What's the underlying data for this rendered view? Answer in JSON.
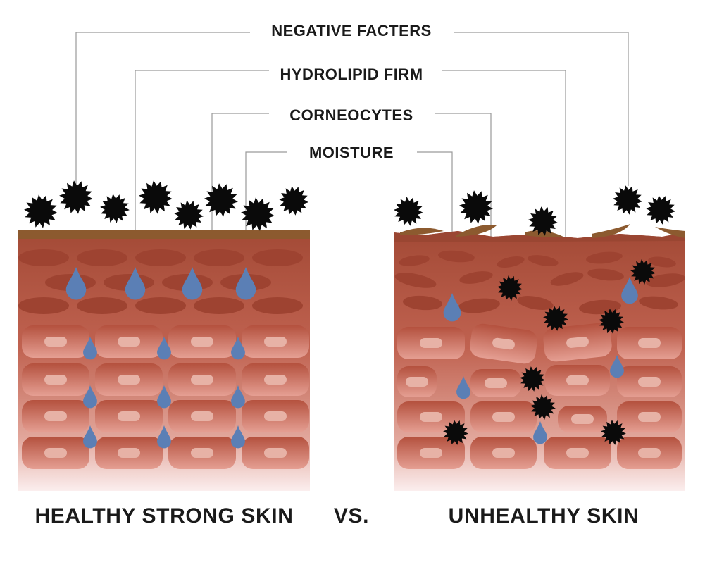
{
  "callouts": {
    "negative_facters": "NEGATIVE FACTERS",
    "hydrolipid_firm": "HYDROLIPID FIRM",
    "corneocytes": "CORNEOCYTES",
    "moisture": "MOISTURE"
  },
  "captions": {
    "healthy": "HEALTHY STRONG SKIN",
    "vs": "VS.",
    "unhealthy": "UNHEALTHY SKIN"
  },
  "colors": {
    "hydrolipid_layer": "#8c5a2f",
    "skin_top": "#a34a36",
    "skin_mid": "#c9705f",
    "skin_bottom": "#f3d3cf",
    "cell_fill": "#b85a48",
    "cell_inner": "#e7b2a6",
    "upper_oval": "#9e4331",
    "moisture_drop": "#5b7fb5",
    "negative_factor": "#0a0a0a",
    "leader_line": "#9a9a9a"
  },
  "icons": {
    "moisture": "droplet-icon",
    "negative_factor": "spiky-particle-icon"
  }
}
